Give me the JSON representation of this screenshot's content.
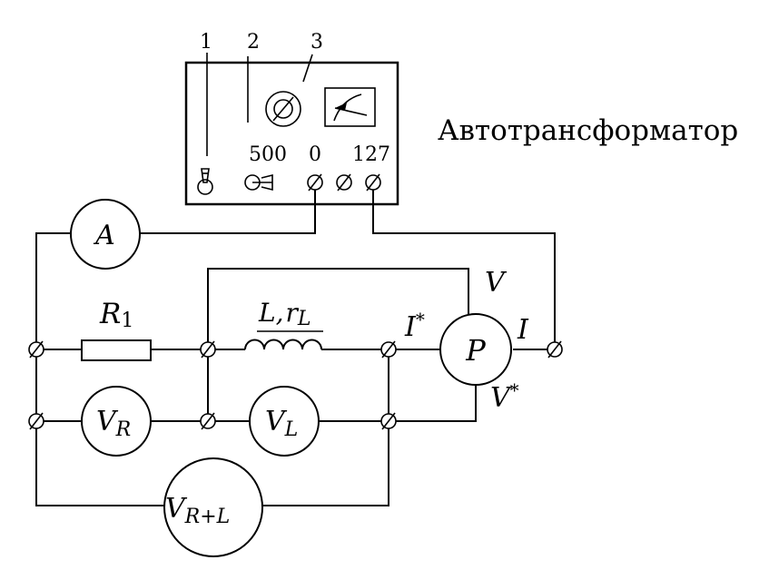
{
  "autotransformer": {
    "title": "Автотрансформатор",
    "callouts": [
      "1",
      "2",
      "3"
    ],
    "voltage_labels": {
      "v500": "500",
      "v0": "0",
      "v127": "127"
    }
  },
  "components": {
    "resistor": {
      "symbol": "R",
      "subscript": "1"
    },
    "inductor": {
      "symbol": "L,",
      "param": "r",
      "param_subscript": "L"
    },
    "wattmeter": {
      "symbol": "P",
      "labels": {
        "V": "V",
        "V_star": "V",
        "I": "I",
        "I_star": "I",
        "star": "*"
      }
    }
  },
  "meters": {
    "ammeter": {
      "symbol": "A"
    },
    "vr": {
      "symbol": "V",
      "subscript": "R"
    },
    "vl": {
      "symbol": "V",
      "subscript": "L"
    },
    "vrl": {
      "symbol": "V",
      "subscript": "R+L"
    }
  }
}
